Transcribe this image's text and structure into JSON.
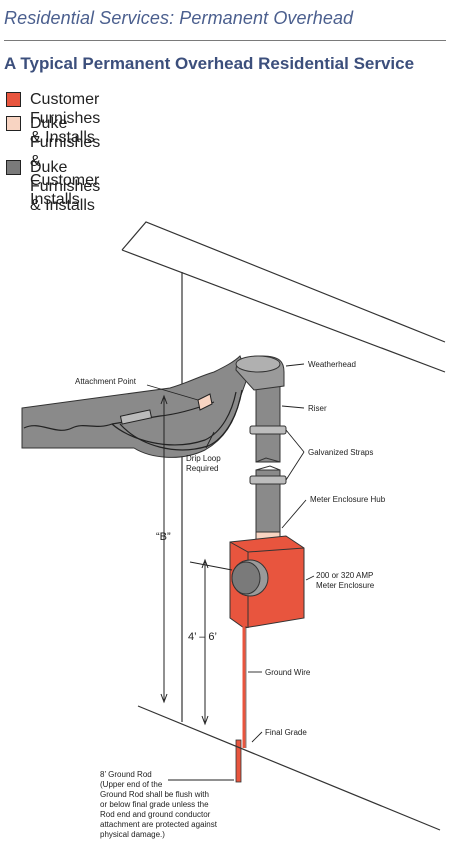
{
  "header": {
    "title": "Residential Services:  Permanent Overhead"
  },
  "page_title": "A Typical Permanent Overhead Residential Service",
  "legend": [
    {
      "label": "Customer Furnishes & Installs",
      "color": "#e8553e"
    },
    {
      "label": "Duke Furnishes &\nCustomer Installs",
      "color": "#f8d4c2"
    },
    {
      "label": "Duke Furnishes & Installs",
      "color": "#7a7a7a"
    }
  ],
  "labels": {
    "attachment_point": "Attachment Point",
    "weatherhead": "Weatherhead",
    "riser": "Riser",
    "galvanized_straps": "Galvanized Straps",
    "drip_loop_1": "Drip Loop",
    "drip_loop_2": "Required",
    "meter_hub": "Meter Enclosure Hub",
    "amp_1": "200 or 320 AMP",
    "amp_2": "Meter Enclosure",
    "ground_wire": "Ground Wire",
    "final_grade": "Final Grade",
    "dim_b": "“B”",
    "dim_height": "4’ – 6’",
    "ground_rod_note": [
      "8’ Ground Rod",
      "(Upper end of the",
      "Ground Rod shall be flush with",
      "or below final grade unless the",
      "Rod end and ground conductor",
      "attachment are protected against",
      "physical damage.)"
    ]
  }
}
